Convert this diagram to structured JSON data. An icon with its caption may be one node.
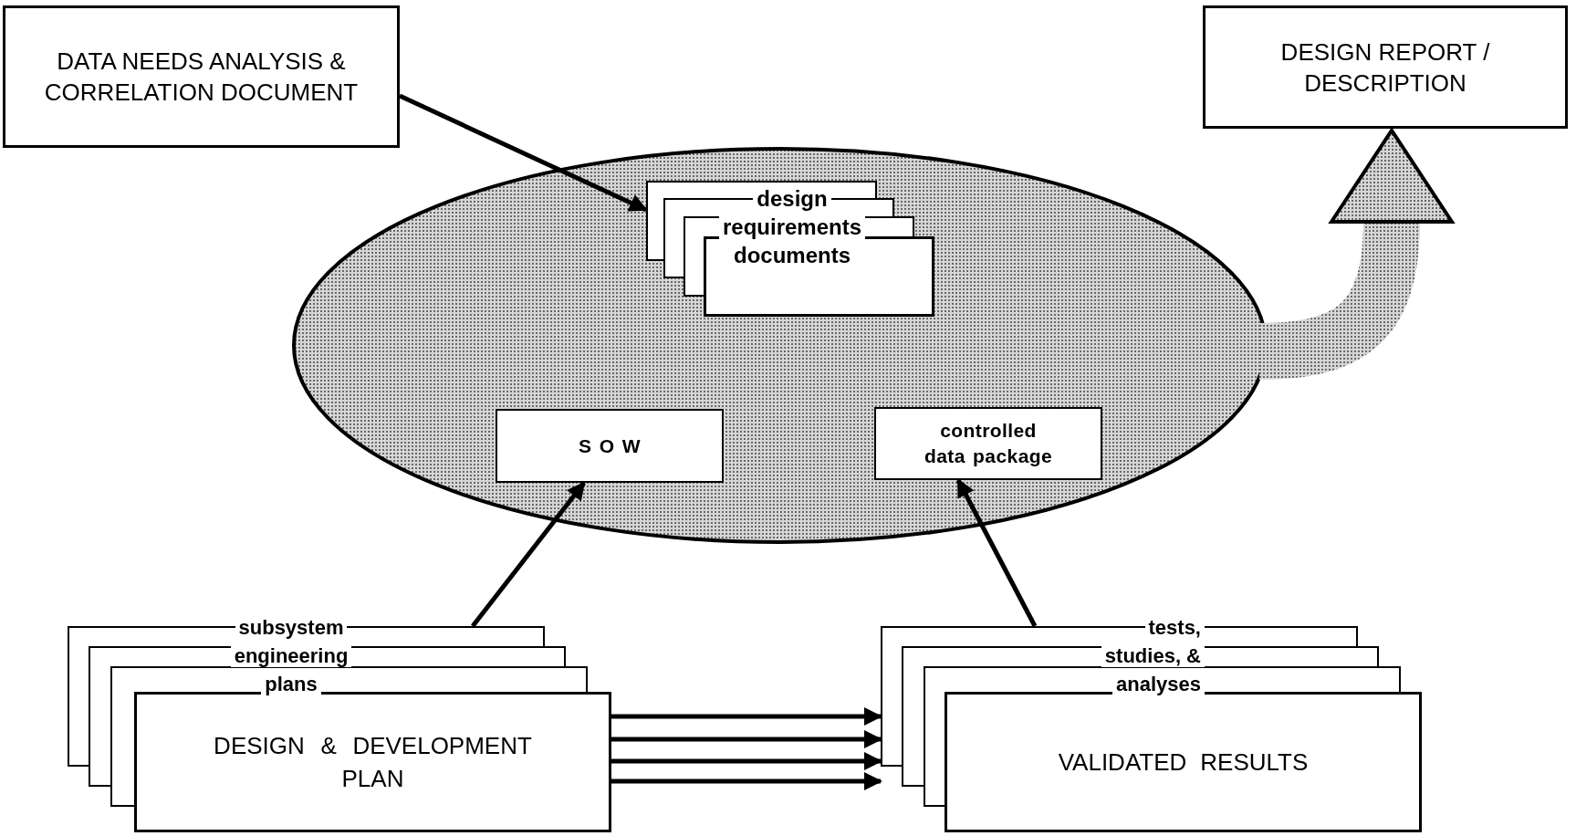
{
  "diagram": {
    "nodes": [
      {
        "text": [
          "DATA NEEDS ANALYSIS & CORRELATION DOCUMENT"
        ]
      },
      {
        "text": [
          "DESIGN REPORT / DESCRIPTION"
        ]
      },
      {
        "text": [],
        "shape": "ellipse"
      },
      {
        "text": [
          "design requirements documents"
        ],
        "in": 2
      },
      {
        "text": [
          "S O W"
        ],
        "in": 2
      },
      {
        "text": [
          "controlled data package"
        ],
        "in": 2
      },
      {
        "text": [
          "subsystem engineering plans",
          "DESIGN & DEVELOPMENT PLAN"
        ]
      },
      {
        "text": [
          "tests, studies, & analyses",
          "VALIDATED RESULTS"
        ]
      }
    ],
    "edges": [
      {
        "from": 0,
        "to": 3,
        "arrow": "to"
      },
      {
        "from": 6,
        "to": 4,
        "arrow": "to"
      },
      {
        "from": 7,
        "to": 5,
        "arrow": "to"
      },
      {
        "from": 6,
        "to": 7,
        "arrow": "to"
      },
      {
        "from": 6,
        "to": 7,
        "arrow": "to"
      },
      {
        "from": 6,
        "to": 7,
        "arrow": "to"
      },
      {
        "from": 6,
        "to": 7,
        "arrow": "to"
      },
      {
        "from": 2,
        "to": 1,
        "arrow": "to",
        "style": "thick"
      }
    ]
  }
}
